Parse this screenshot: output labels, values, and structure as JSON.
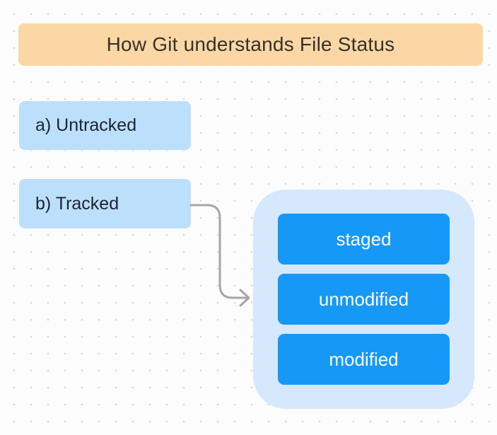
{
  "diagram": {
    "title": "How Git understands File Status",
    "file_status_types": [
      {
        "id": "untracked",
        "label": "a) Untracked"
      },
      {
        "id": "tracked",
        "label": "b) Tracked"
      }
    ],
    "tracked_states": [
      "staged",
      "unmodified",
      "modified"
    ],
    "connector": "curved-arrow-from-tracked-to-states"
  },
  "colors": {
    "page_bg": "#FCFCFC",
    "grid_dot": "#D7D9DC",
    "title_bg": "#FAD7A4",
    "title_text": "#363129",
    "node_bg": "#BCDFFB",
    "node_text": "#1D2430",
    "group_bg": "#D6E9FC",
    "state_bg": "#1598F6",
    "state_text": "#FFFFFF",
    "arrow_stroke": "#A5A6A9"
  }
}
